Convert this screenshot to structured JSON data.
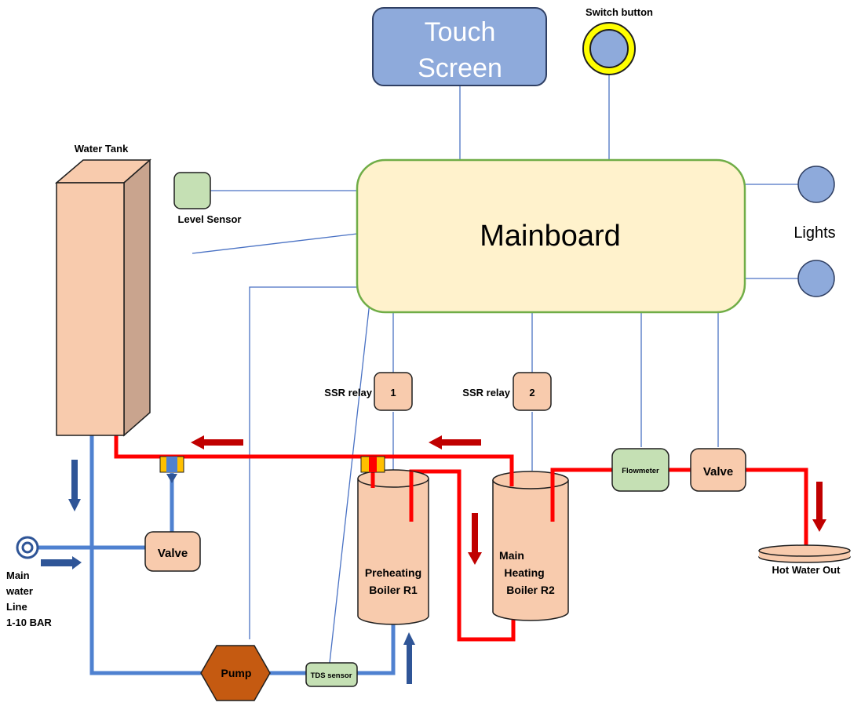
{
  "touch_screen": {
    "line1": "Touch",
    "line2": "Screen"
  },
  "switch_button": {
    "label": "Switch button"
  },
  "mainboard": {
    "label": "Mainboard"
  },
  "lights": {
    "label": "Lights"
  },
  "water_tank": {
    "label": "Water Tank"
  },
  "level_sensor": {
    "label": "Level Sensor"
  },
  "ssr_relay_1": {
    "label": "SSR relay",
    "number": "1"
  },
  "ssr_relay_2": {
    "label": "SSR relay",
    "number": "2"
  },
  "flowmeter": {
    "label": "Flowmeter"
  },
  "valve_output": {
    "label": "Valve"
  },
  "valve_inlet": {
    "label": "Valve"
  },
  "hot_water_out": {
    "label": "Hot Water Out"
  },
  "main_water_line": {
    "line1": "Main",
    "line2": "water",
    "line3": "Line",
    "line4": "1-10 BAR"
  },
  "boiler_r1": {
    "line1": "Preheating",
    "line2": "Boiler R1"
  },
  "boiler_r2": {
    "line1": "Main",
    "line2": "Heating",
    "line3": "Boiler R2"
  },
  "pump": {
    "label": "Pump"
  },
  "tds_sensor": {
    "label": "TDS sensor"
  },
  "colors": {
    "hot_pipe": "#ff0000",
    "cold_pipe": "#4f81d0",
    "signal_line": "#4a72c4",
    "component_fill": "#f8cbad",
    "touch_fill": "#8eaadb",
    "mainboard_fill": "#fff2cc",
    "mainboard_border": "#70ad47",
    "sensor_fill": "#c5e0b4",
    "pump_fill": "#c55a11",
    "switch_ring": "#ffff00",
    "arrow_blue": "#2f5597",
    "arrow_red": "#c00000",
    "fitting_yellow": "#ffc000"
  }
}
